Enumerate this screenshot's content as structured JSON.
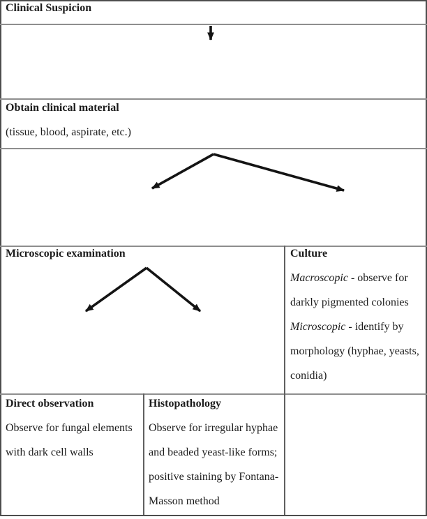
{
  "colors": {
    "page-bg": "#ffffff",
    "text": "#1c1c1c",
    "border-outer": "#4d4d4d",
    "border-inner": "#8e8e8e",
    "divider-vertical": "#5f5f5f",
    "arrow": "#141414"
  },
  "flowchart": {
    "clinical_suspicion": {
      "title": "Clinical Suspicion"
    },
    "obtain_material": {
      "title": "Obtain clinical material",
      "detail": "(tissue, blood, aspirate, etc.)"
    },
    "microscopic_examination": {
      "title": "Microscopic examination"
    },
    "culture": {
      "title": "Culture",
      "macroscopic_term": "Macroscopic",
      "macroscopic_detail": " - observe for darkly pigmented colonies",
      "microscopic_term": "Microscopic",
      "microscopic_detail": " - identify by morphology (hyphae, yeasts, conidia)"
    },
    "direct_observation": {
      "title": "Direct observation",
      "detail": "Observe for fungal elements with dark cell walls"
    },
    "histopathology": {
      "title": "Histopathology",
      "detail": "Observe for irregular hyphae and beaded yeast-like forms; positive staining by Fontana-Masson method"
    }
  }
}
